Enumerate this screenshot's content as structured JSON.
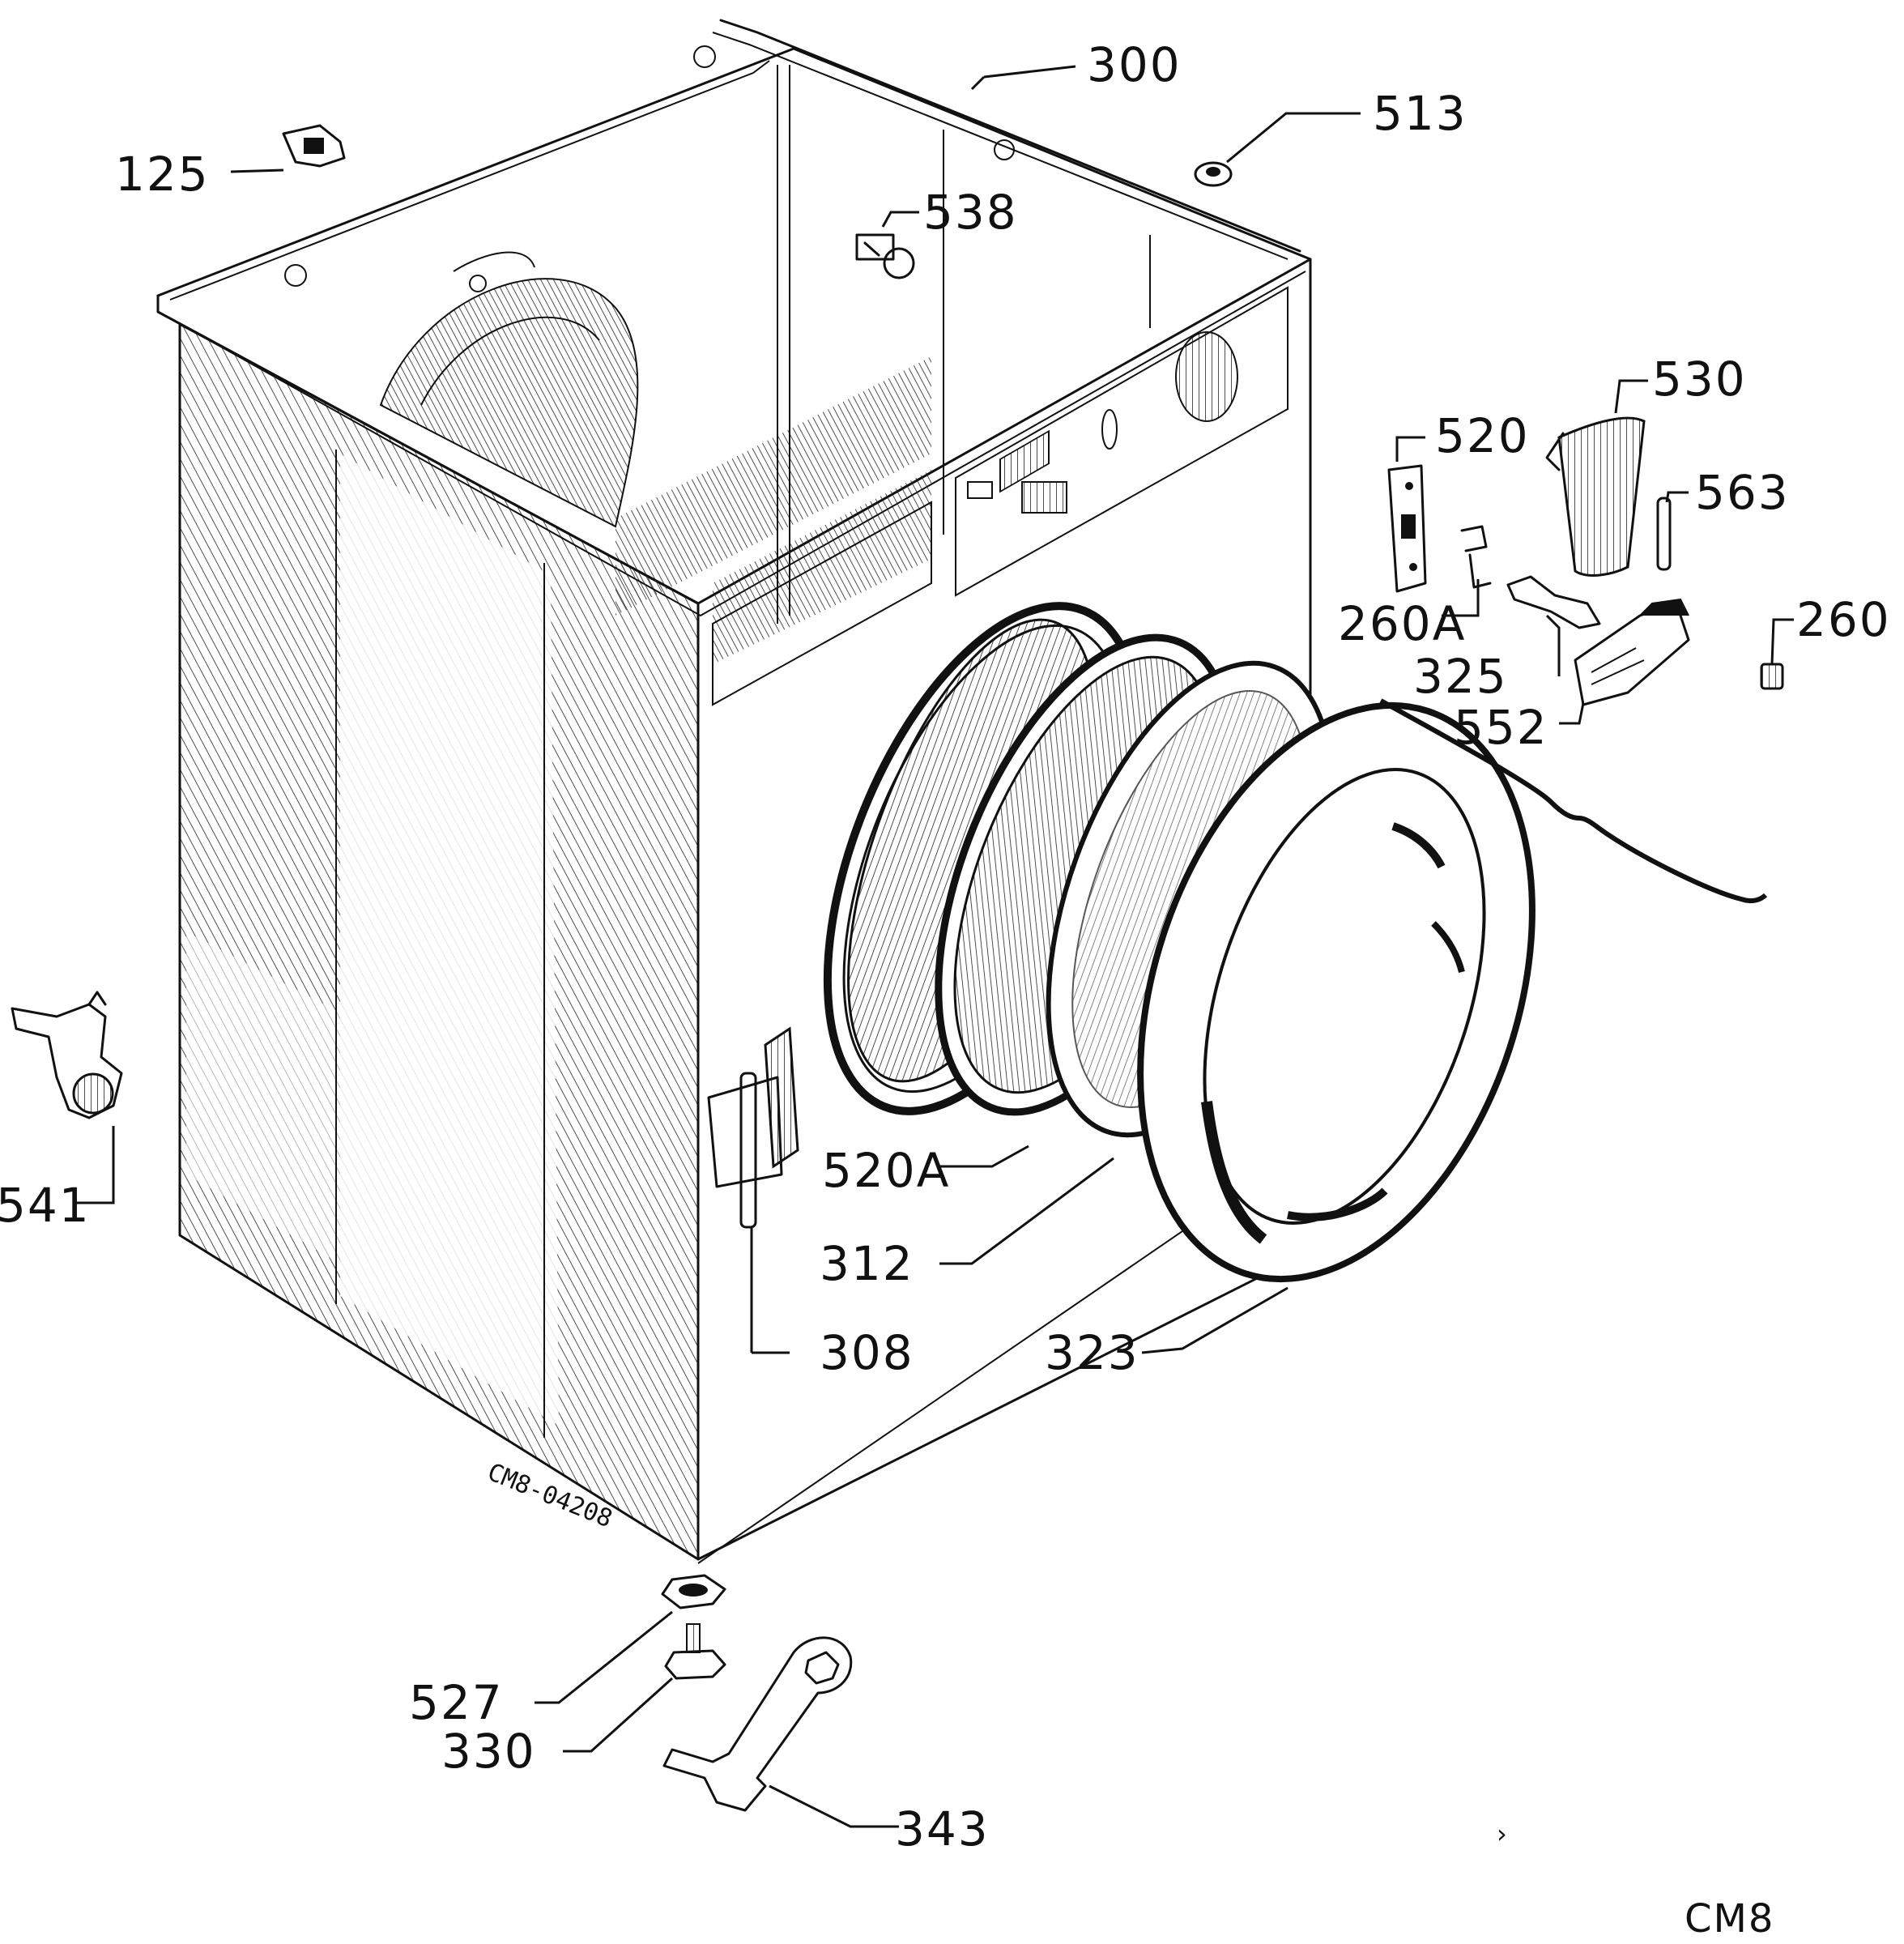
{
  "diagram": {
    "drawing_code": "CM8",
    "stamp": "CM8-04208",
    "parts": [
      {
        "id": "p125",
        "label": "125",
        "icon": "hinge-clip-icon"
      },
      {
        "id": "p300",
        "label": "300",
        "icon": "cabinet-frame-icon"
      },
      {
        "id": "p513",
        "label": "513",
        "icon": "plug-cap-icon"
      },
      {
        "id": "p538",
        "label": "538",
        "icon": "push-rivet-icon"
      },
      {
        "id": "p520",
        "label": "520",
        "icon": "door-catch-plate-icon"
      },
      {
        "id": "p530",
        "label": "530",
        "icon": "door-handle-icon"
      },
      {
        "id": "p563",
        "label": "563",
        "icon": "pin-icon"
      },
      {
        "id": "p260a",
        "label": "260A",
        "icon": "spring-clip-icon"
      },
      {
        "id": "p260",
        "label": "260",
        "icon": "spring-icon"
      },
      {
        "id": "p325",
        "label": "325",
        "icon": "latch-lever-icon"
      },
      {
        "id": "p552",
        "label": "552",
        "icon": "handle-bracket-icon"
      },
      {
        "id": "p520a",
        "label": "520A",
        "icon": "inner-door-ring-icon"
      },
      {
        "id": "p312",
        "label": "312",
        "icon": "door-glass-icon"
      },
      {
        "id": "p308",
        "label": "308",
        "icon": "door-hinge-icon"
      },
      {
        "id": "p323",
        "label": "323",
        "icon": "outer-door-ring-icon"
      },
      {
        "id": "p541",
        "label": "541",
        "icon": "hose-bracket-icon"
      },
      {
        "id": "p527",
        "label": "527",
        "icon": "lock-nut-icon"
      },
      {
        "id": "p330",
        "label": "330",
        "icon": "adjustable-foot-icon"
      },
      {
        "id": "p343",
        "label": "343",
        "icon": "spanner-icon"
      }
    ]
  }
}
